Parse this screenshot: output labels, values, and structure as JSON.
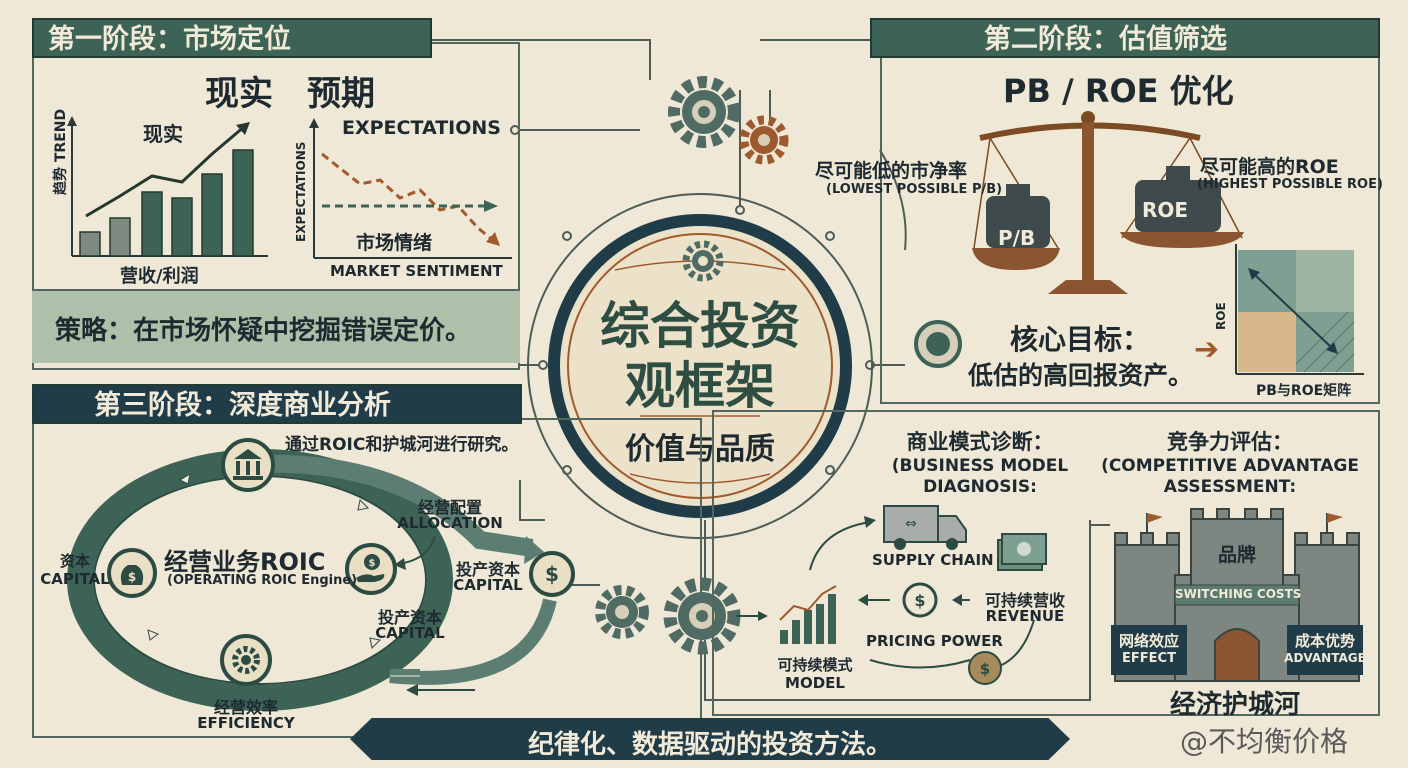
{
  "stage1": {
    "banner": "第一阶段：市场定位",
    "heading": "现实　预期",
    "left_chart": {
      "title": "现实",
      "ylabel": "趋势 TREND",
      "xlabel": "营收/利润"
    },
    "right_chart": {
      "ylabel": "EXPECTATIONS",
      "title": "EXPECTATIONS",
      "inner_label": "市场情绪",
      "xlabel": "MARKET SENTIMENT"
    },
    "strategy": "策略：在市场怀疑中挖掘错误定价。"
  },
  "stage2": {
    "banner": "第二阶段：估值筛选",
    "heading": "PB / ROE 优化",
    "left_cn": "尽可能低的市净率",
    "left_en": "(LOWEST POSSIBLE P/B)",
    "right_cn": "尽可能高的ROE",
    "right_en": "(HIGHEST POSSIBLE ROE)",
    "weight_left": "P/B",
    "weight_right": "ROE",
    "goal_label": "核心目标：",
    "goal_text": "低估的高回报资产。",
    "matrix_ylabel": "ROE",
    "matrix_caption": "PB与ROE矩阵"
  },
  "center": {
    "title_line1": "综合投资",
    "title_line2": "观框架",
    "subtitle": "价值与品质"
  },
  "stage3": {
    "banner": "第三阶段：深度商业分析",
    "intro": "通过ROIC和护城河进行研究。",
    "engine_title": "经营业务ROIC",
    "engine_sub": "(OPERATING ROIC Engine)",
    "capital_left_cn": "资本",
    "capital_left_en": "CAPITAL",
    "allocation_cn": "经营配置",
    "allocation_en": "ALLOCATION",
    "invest_right_cn": "投产资本",
    "invest_right_en": "CAPITAL",
    "invest_bottom_cn": "投产资本",
    "invest_bottom_en": "CAPITAL",
    "efficiency_cn": "经营效率",
    "efficiency_en": "EFFICIENCY"
  },
  "business": {
    "title_cn": "商业模式诊断：",
    "title_en_1": "(BUSINESS MODEL",
    "title_en_2": "DIAGNOSIS:",
    "supply_chain": "SUPPLY CHAIN",
    "revenue_cn": "可持续营收",
    "revenue_en": "REVENUE",
    "pricing_power": "PRICING POWER",
    "model_cn": "可持续模式",
    "model_en": "MODEL"
  },
  "competitive": {
    "title_cn": "竞争力评估：",
    "title_en_1": "(COMPETITIVE ADVANTAGE",
    "title_en_2": "ASSESSMENT:",
    "brand": "品牌",
    "switching_costs": "SWITCHING COSTS",
    "network_cn": "网络效应",
    "network_en": "EFFECT",
    "cost_cn": "成本优势",
    "cost_en": "ADVANTAGE",
    "moat": "经济护城河"
  },
  "footer": "纪律化、数据驱动的投资方法。",
  "watermark": "@不均衡价格",
  "colors": {
    "green": "#3c6355",
    "navy": "#1f3c48",
    "rust": "#a05a2c",
    "cream": "#efe8d6"
  }
}
